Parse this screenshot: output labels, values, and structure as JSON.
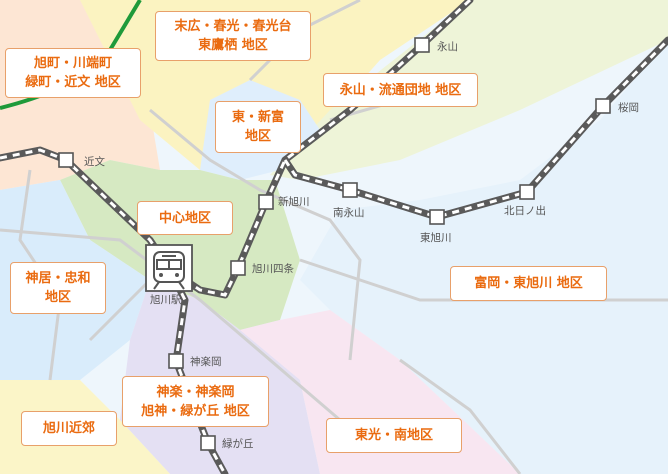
{
  "areas": {
    "suehiro": [
      "末広・春光・春光台",
      "東鷹栖 地区"
    ],
    "asahimachi": [
      "旭町・川端町",
      "緑町・近文 地区"
    ],
    "nagayama": [
      "永山・流通団地 地区"
    ],
    "higashi_shintomi": [
      "東・新富",
      "地区"
    ],
    "chushin": [
      "中心地区"
    ],
    "kamui": [
      "神居・忠和",
      "地区"
    ],
    "tomioka": [
      "富岡・東旭川 地区"
    ],
    "kagura": [
      "神楽・神楽岡",
      "旭神・緑が丘 地区"
    ],
    "asahikawa_kinko": [
      "旭川近郊"
    ],
    "toko": [
      "東光・南地区"
    ]
  },
  "stations": {
    "nagayama": "永山",
    "sakuraoka": "桜岡",
    "chikabumi": "近文",
    "shin_asahikawa": "新旭川",
    "minami_nagayama": "南永山",
    "higashi_asahikawa": "東旭川",
    "kitahinode": "北日ノ出",
    "asahikawa_yonjo": "旭川四条",
    "asahikawa": "旭川駅",
    "kamikawa_kaguraoka": "神楽岡",
    "midorigaoka": "緑が丘"
  },
  "icons": {
    "main_station": "train-icon"
  },
  "colors": {
    "label_text": "#ea6b10",
    "label_border": "#e8a06a",
    "railway": "#5a5a5a",
    "jr_green": "#1f9a3a"
  }
}
